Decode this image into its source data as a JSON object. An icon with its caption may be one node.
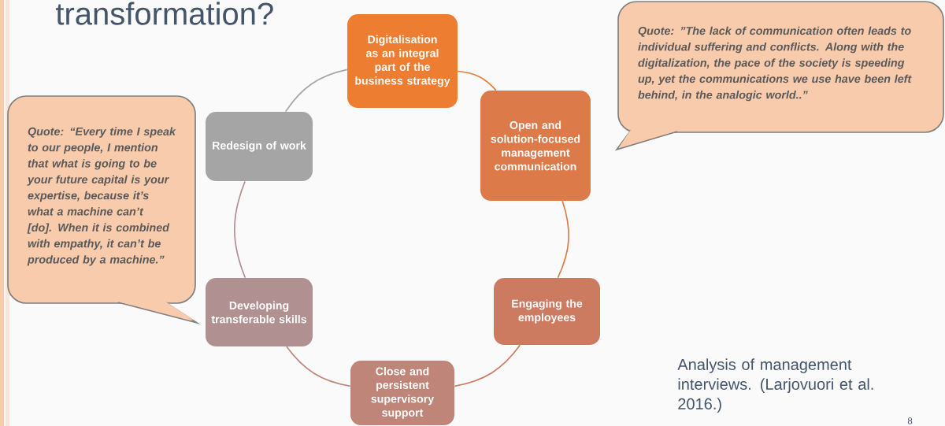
{
  "diagram": {
    "title": "transformation?",
    "nodes": [
      {
        "text": [
          "Digitalisation as an integral part of the business strategy"
        ]
      },
      {
        "text": [
          "Open and solution-focused management communication"
        ]
      },
      {
        "text": [
          "Engaging the employees"
        ]
      },
      {
        "text": [
          "Close and persistent supervisory support"
        ]
      },
      {
        "text": [
          "Developing transferable skills"
        ]
      },
      {
        "text": [
          "Redesign of work"
        ]
      },
      {
        "text": [
          "Quote: “Every time I speak to our people, I mention that what is going to be your future capital is your expertise, because it’s what a machine can’t [do]. When it is combined with empathy, it can’t be produced by a machine.”"
        ]
      },
      {
        "text": [
          "Quote: ”The lack of communication often leads to individual suffering and conflicts. Along with the digitalization, the pace of the society is speeding up, yet the communications we use have been left behind, in the analogic world..”"
        ]
      }
    ],
    "edges": [
      {
        "from": 0,
        "to": 1,
        "arrow": "none",
        "color": "#ed7d31"
      },
      {
        "from": 1,
        "to": 2,
        "arrow": "none",
        "color": "#dc7a4a"
      },
      {
        "from": 2,
        "to": 3,
        "arrow": "none",
        "color": "#cd7b60"
      },
      {
        "from": 3,
        "to": 4,
        "arrow": "none",
        "color": "#be8578"
      },
      {
        "from": 4,
        "to": 5,
        "arrow": "none",
        "color": "#b09090"
      },
      {
        "from": 5,
        "to": 0,
        "arrow": "none",
        "color": "#a5a5a5"
      }
    ],
    "labels": [
      "Analysis of management interviews. (Larjovuori et al. 2016.)",
      "8"
    ]
  }
}
